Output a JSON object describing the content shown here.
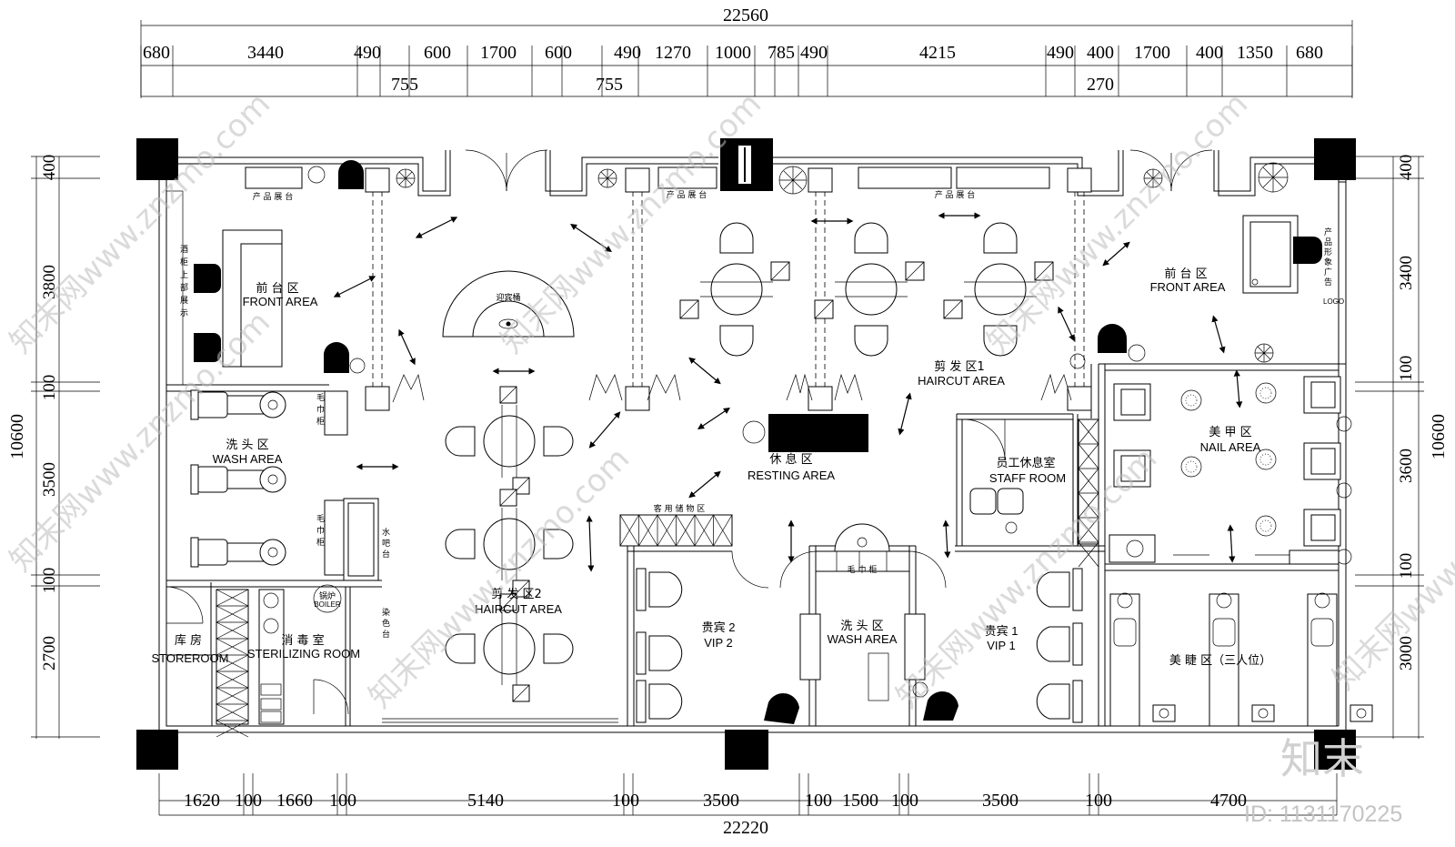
{
  "dimensions": {
    "top_total": "22560",
    "top_row": [
      "680",
      "3440",
      "490",
      "600",
      "1700",
      "600",
      "490",
      "1270",
      "1000",
      "785",
      "490",
      "4215",
      "490",
      "400",
      "1700",
      "400",
      "1350",
      "680"
    ],
    "top_sub": [
      "755",
      "755",
      "270"
    ],
    "bottom_total": "22220",
    "bottom_row": [
      "1620",
      "100",
      "1660",
      "100",
      "5140",
      "100",
      "3500",
      "100",
      "1500",
      "100",
      "3500",
      "100",
      "4700"
    ],
    "left_total": "10600",
    "left_row": [
      "400",
      "3800",
      "100",
      "3500",
      "100",
      "2700"
    ],
    "right_total": "10600",
    "right_row": [
      "400",
      "3400",
      "100",
      "3600",
      "100",
      "3000"
    ]
  },
  "rooms": {
    "front_left_cn": "前 台 区",
    "front_left_en": "FRONT AREA",
    "front_right_cn": "前 台 区",
    "front_right_en": "FRONT AREA",
    "wash1_cn": "洗 头 区",
    "wash1_en": "WASH AREA",
    "storeroom_cn": "库   房",
    "storeroom_en": "STOREROOM",
    "steril_cn": "消   毒   室",
    "steril_en": "STERILIZING ROOM",
    "haircut2_cn": "剪   发   区2",
    "haircut2_en": "HAIRCUT AREA",
    "haircut1_cn": "剪   发   区1",
    "haircut1_en": "HAIRCUT AREA",
    "resting_cn": "休     息    区",
    "resting_en": "RESTING AREA",
    "staff_cn": "员工休息室",
    "staff_en": "STAFF ROOM",
    "nail_cn": "美   甲   区",
    "nail_en": "NAIL AREA",
    "vip2_cn": "贵宾 2",
    "vip2_en": "VIP 2",
    "vip1_cn": "贵宾 1",
    "vip1_en": "VIP 1",
    "wash2_cn": "洗   头  区",
    "wash2_en": "WASH AREA",
    "lash_cn": "美   睫  区（三人位）"
  },
  "labels": {
    "product_display": "产 品 展 台",
    "welcome_desk": "迎宾桶",
    "towel_cabinet": "毛 巾 柜",
    "towel_cabinet_v": "毛巾柜",
    "bar_counter": "水吧台",
    "dye_counter": "染色台",
    "wine_cabinet": "酒柜上部展示",
    "guest_storage": "客 用 储 物 区",
    "boiler_cn": "锅炉",
    "boiler_en": "BOILER",
    "image_ad": "产品形象广告",
    "logo": "LOGO"
  },
  "watermark": {
    "site": "知末网www.znzmo.com",
    "brand": "知末",
    "id_text": "ID: 1131170225"
  }
}
